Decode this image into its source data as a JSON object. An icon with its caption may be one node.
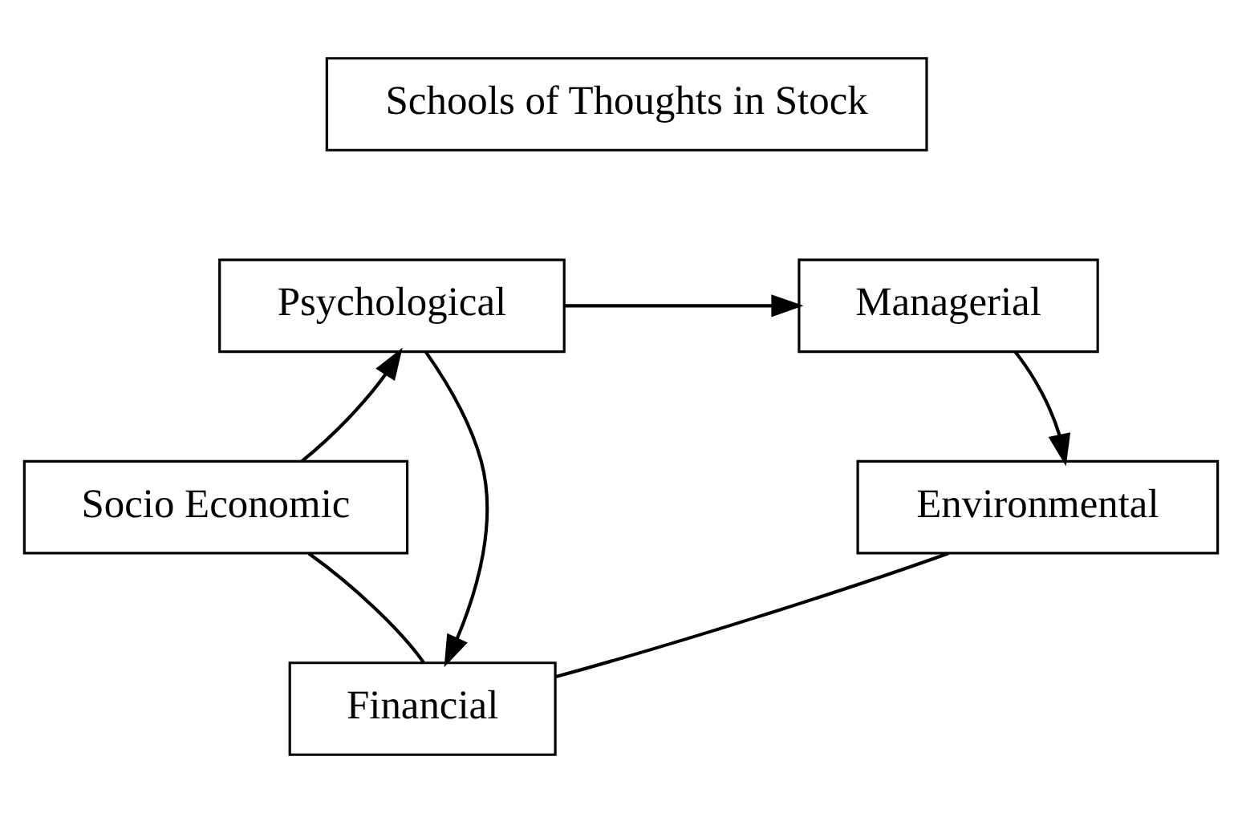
{
  "diagram": {
    "nodes": [
      {
        "text": [
          "Schools of Thoughts in Stock"
        ]
      },
      {
        "text": [
          "Psychological"
        ]
      },
      {
        "text": [
          "Managerial"
        ]
      },
      {
        "text": [
          "Socio Economic"
        ]
      },
      {
        "text": [
          "Environmental"
        ]
      },
      {
        "text": [
          "Financial"
        ]
      }
    ],
    "edges": [
      {
        "from": 3,
        "to": 1,
        "arrow": "to"
      },
      {
        "from": 1,
        "to": 2,
        "arrow": "to"
      },
      {
        "from": 2,
        "to": 4,
        "arrow": "to"
      },
      {
        "from": 1,
        "to": 5,
        "arrow": "to"
      },
      {
        "from": 3,
        "to": 5,
        "arrow": "none"
      },
      {
        "from": 4,
        "to": 5,
        "arrow": "none"
      }
    ]
  }
}
